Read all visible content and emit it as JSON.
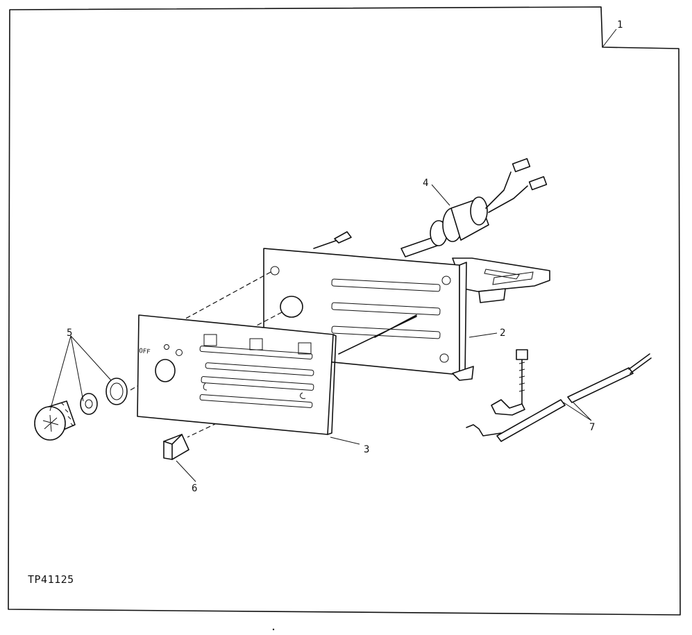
{
  "figure_code": "TP41125",
  "callouts": {
    "c1": "1",
    "c2": "2",
    "c3": "3",
    "c4": "4",
    "c5": "5",
    "c6": "6",
    "c7": "7"
  },
  "panel_marking": "OFF"
}
